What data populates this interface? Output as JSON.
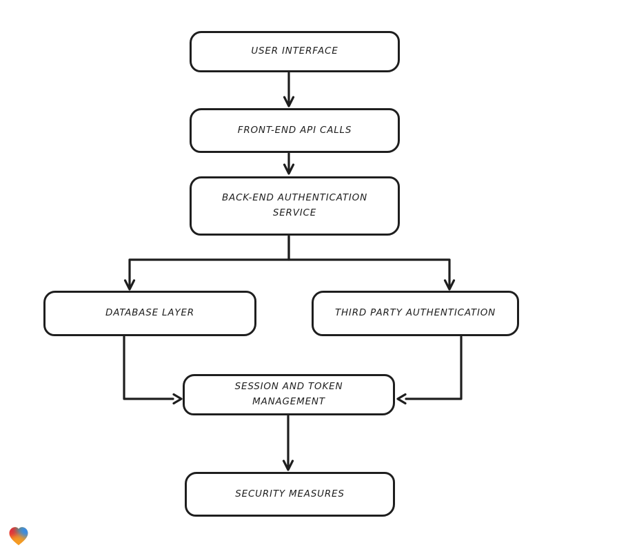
{
  "canvas": {
    "background": "#ffffff",
    "stroke_color": "#1e1e1e"
  },
  "diagram": {
    "type": "flowchart",
    "style": "hand-drawn",
    "nodes": [
      {
        "id": "user-interface",
        "label": "USER INTERFACE"
      },
      {
        "id": "front-end-api-calls",
        "label": "FRONT-END API CALLS"
      },
      {
        "id": "back-end-authentication-service",
        "label": "BACK-END AUTHENTICATION\nSERVICE"
      },
      {
        "id": "database-layer",
        "label": "DATABASE LAYER"
      },
      {
        "id": "third-party-authentication",
        "label": "THIRD PARTY AUTHENTICATION"
      },
      {
        "id": "session-and-token-management",
        "label": "SESSION AND TOKEN\nMANAGEMENT"
      },
      {
        "id": "security-measures",
        "label": "SECURITY MEASURES"
      }
    ],
    "edges": [
      {
        "from": "user-interface",
        "to": "front-end-api-calls"
      },
      {
        "from": "front-end-api-calls",
        "to": "back-end-authentication-service"
      },
      {
        "from": "back-end-authentication-service",
        "to": "database-layer"
      },
      {
        "from": "back-end-authentication-service",
        "to": "third-party-authentication"
      },
      {
        "from": "database-layer",
        "to": "session-and-token-management"
      },
      {
        "from": "third-party-authentication",
        "to": "session-and-token-management"
      },
      {
        "from": "session-and-token-management",
        "to": "security-measures"
      }
    ]
  },
  "branding": {
    "logo_icon": "gradient-heart-icon",
    "logo_colors": {
      "red": "#e62e3e",
      "teal": "#2ba362",
      "blue": "#2e8bf0",
      "orange": "#f59b20"
    }
  }
}
